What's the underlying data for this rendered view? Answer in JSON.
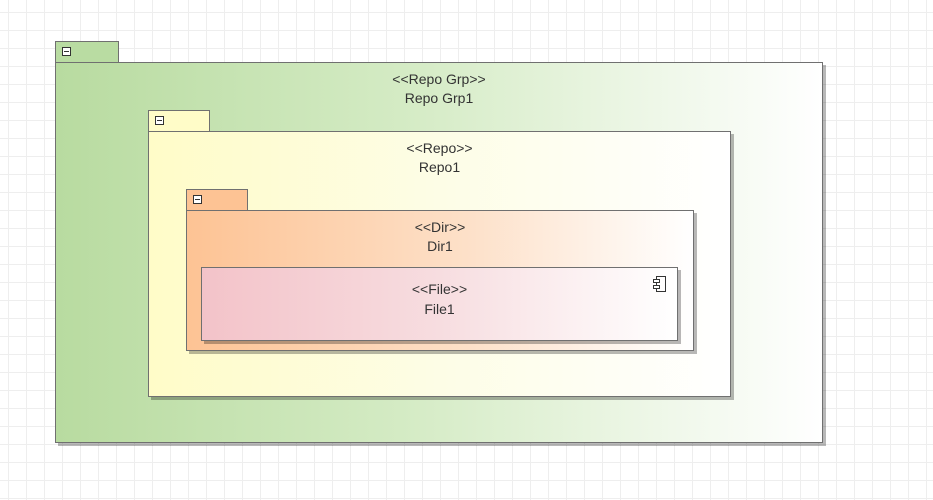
{
  "diagram": {
    "repo_group": {
      "stereotype": "<<Repo Grp>>",
      "name": "Repo Grp1",
      "fill_from": "#b8dba0",
      "fill_to": "#ffffff",
      "collapse_icon": "collapse-icon"
    },
    "repo": {
      "stereotype": "<<Repo>>",
      "name": "Repo1",
      "fill_from": "#fffcc8",
      "fill_to": "#ffffff",
      "collapse_icon": "collapse-icon"
    },
    "dir": {
      "stereotype": "<<Dir>>",
      "name": "Dir1",
      "fill_from": "#fdc394",
      "fill_to": "#ffffff",
      "collapse_icon": "collapse-icon"
    },
    "file": {
      "stereotype": "<<File>>",
      "name": "File1",
      "fill_from": "#f3c3c9",
      "fill_to": "#ffffff",
      "icon": "component-icon"
    }
  }
}
